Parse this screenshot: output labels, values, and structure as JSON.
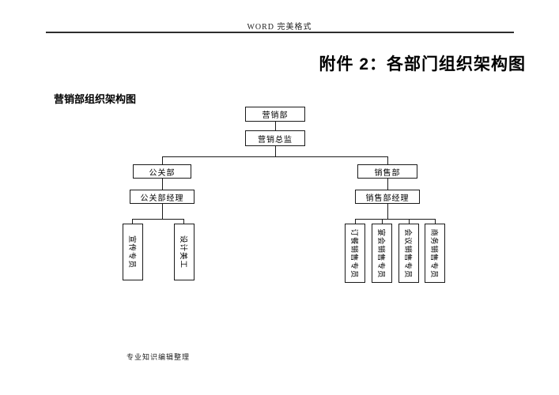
{
  "page": {
    "header_text": "WORD 完美格式",
    "title": "附件 2：各部门组织架构图",
    "section_title": "营销部组织架构图",
    "footer_text": "专业知识编辑整理"
  },
  "org_chart": {
    "root": "营销部",
    "director": "营销总监",
    "branches": [
      {
        "dept": "公关部",
        "manager": "公关部经理",
        "staff": [
          "宣传专员",
          "设计美工"
        ]
      },
      {
        "dept": "销售部",
        "manager": "销售部经理",
        "staff": [
          "订餐销售专员",
          "宴会销售专员",
          "会议销售专员",
          "商务销售专员"
        ]
      }
    ]
  },
  "colors": {
    "background": "#ffffff",
    "line": "#1a1a1a",
    "text": "#000000",
    "header_rule": "#2e2e2e"
  }
}
